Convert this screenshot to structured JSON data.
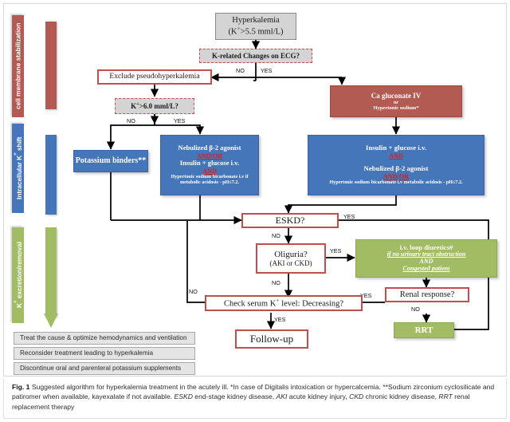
{
  "figure": {
    "label": "Fig. 1",
    "caption_part1": " Suggested algorithm for hyperkalemia treatment in the acutely ill. *In case of Digitalis intoxication or hypercalcemia. **Sodium zirconium cyclosilicate and patiromer when available, kayexalate if not available. ",
    "abbr_eskd": "ESKD",
    "abbr_eskd_text": " end-stage kidney disease, ",
    "abbr_aki": "AKI",
    "abbr_aki_text": " acute kidney injury, ",
    "abbr_ckd": "CKD",
    "abbr_ckd_text": " chronic kidney disease, ",
    "abbr_rrt": "RRT",
    "abbr_rrt_text": " renal replacement therapy"
  },
  "rails": [
    {
      "label": "cell membrane stabilization",
      "color": "#b15b52"
    },
    {
      "label": "Intracellular K+ shift",
      "color": "#4676ba"
    },
    {
      "label": "K+ excretion/removal",
      "color": "#a2bc63"
    }
  ],
  "nodes": {
    "hyperkalemia": {
      "line1": "Hyperkalemia",
      "line2": "(K+>5.5 mml/L)"
    },
    "ecg_changes": {
      "label": "K-related Changes on ECG?"
    },
    "exclude_pseudo": {
      "label": "Exclude  pseudohyperkalemia"
    },
    "k_above_6": {
      "label": "K+>6.0 mml/L?"
    },
    "ca_gluconate": {
      "line1": "Ca gluconate IV",
      "line2": "or",
      "line3": "Hypertonic sodium*"
    },
    "potassium_binders": {
      "label": "Potassium binders**"
    },
    "blue_left": {
      "line1": "Nebulized β-2 agonist",
      "conn1": "AND/OR",
      "line2": "Insulin + glucose i.v.",
      "conn2": "AND",
      "line3": "Hypertonic sodium bicarbonate i.v if",
      "line4": "metabolic acidosis - pH≤7.2."
    },
    "blue_right": {
      "line1": "Insulin + glucose i.v.",
      "conn1": "AND",
      "line2": "Nebulized β-2 agonist",
      "conn2": "AND/OR",
      "line3": "Hypertonic sodium bicarbonate i.v metabolic acidosis - pH≤7.2."
    },
    "eskd": {
      "label": "ESKD?"
    },
    "oliguria": {
      "line1": "Oliguria?",
      "line2": "(AKI or CKD)"
    },
    "loop_diuretics": {
      "line1": "i.v. loop  diuretics#",
      "line2": "if no urinary tract obstruction",
      "line3": "AND",
      "line4": "Congested patient"
    },
    "renal_response": {
      "label": "Renal response?"
    },
    "rrt": {
      "label": "RRT"
    },
    "check_serum_k": {
      "label": "Check serum K+ level:  Decreasing?"
    },
    "follow_up": {
      "label": "Follow-up"
    }
  },
  "general_measures": [
    "Treat the cause & optimize hemodynamics and ventilation",
    "Reconsider treatment  leading to hyperkalemia",
    "Discontinue oral and parenteral potassium supplements"
  ],
  "edge_labels": {
    "ecg_no": "NO",
    "ecg_yes": "YES",
    "k6_no": "NO",
    "k6_yes": "YES",
    "eskd_yes": "YES",
    "eskd_no": "NO",
    "oliguria_yes": "YES",
    "oliguria_no": "NO",
    "renal_yes": "YES",
    "renal_no": "NO",
    "check_k_no": "NO",
    "check_k_yes": "YES"
  },
  "colors": {
    "red": "#b15b52",
    "blue": "#4676ba",
    "green": "#a2bc63",
    "red_outline": "#c0504d",
    "gray": "#d4d4d4"
  }
}
